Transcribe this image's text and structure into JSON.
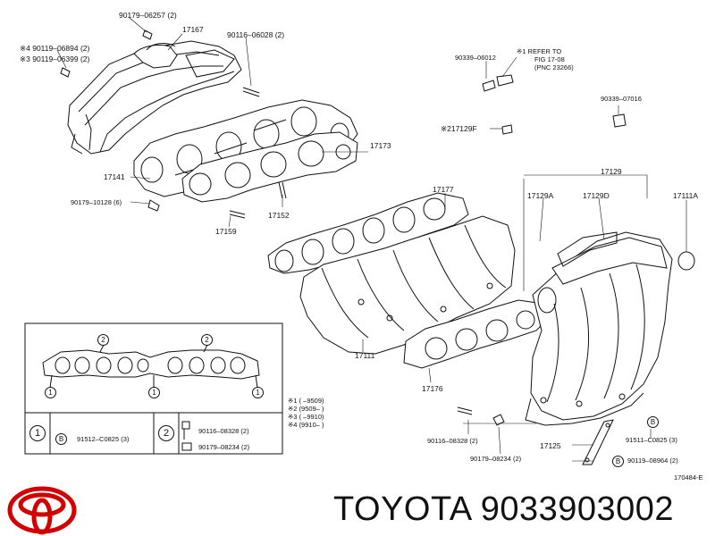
{
  "brand": {
    "name": "TOYOTA",
    "part_number": "9033903002",
    "logo": "toyota-logo",
    "logo_color": "#d40000"
  },
  "diagram": {
    "ref_code": "170484-E",
    "labels": {
      "p90179_06257": "90179–06257 (2)",
      "p17167": "17167",
      "p90116_06028": "90116–06028 (2)",
      "p90119_06894": "※4 90119–06894 (2)",
      "p90119_06399": "※3 90119–06399 (2)",
      "p90339_06012": "90339–06012",
      "refer_note_1": "※1  REFER TO",
      "refer_note_2": "FIG 17-08",
      "refer_note_3": "(PNC 23266)",
      "p90339_07016": "90339–07016",
      "p217129f": "※217129F",
      "p17173": "17173",
      "p17141": "17141",
      "p90179_10128": "90179–10128 (6)",
      "p17152": "17152",
      "p17159": "17159",
      "p17177": "17177",
      "p17129": "17129",
      "p17129a": "17129A",
      "p17129d": "17129D",
      "p17111a": "17111A",
      "p17111": "17111",
      "p17176": "17176",
      "p90116_08328": "90116–08328 (2)",
      "p90179_08234": "90179–08234 (2)",
      "p17125": "17125",
      "p91511_c0825": "91511–C0825 (3)",
      "p90119_08964": "90119–08964 (2)",
      "b_label": "B"
    },
    "notes": [
      {
        "mark": "※1",
        "text": "(      –9509)"
      },
      {
        "mark": "※2",
        "text": "(9509–      )"
      },
      {
        "mark": "※3",
        "text": "(      –9910)"
      },
      {
        "mark": "※4",
        "text": "(9910–      )"
      }
    ],
    "inset": {
      "callout_1": "1",
      "callout_2": "2",
      "row1_num": "1",
      "row1_part": "91512–C0825 (3)",
      "row2_num": "2",
      "row2_part_a": "90116–08328 (2)",
      "row2_part_b": "90179–08234 (2)"
    }
  }
}
